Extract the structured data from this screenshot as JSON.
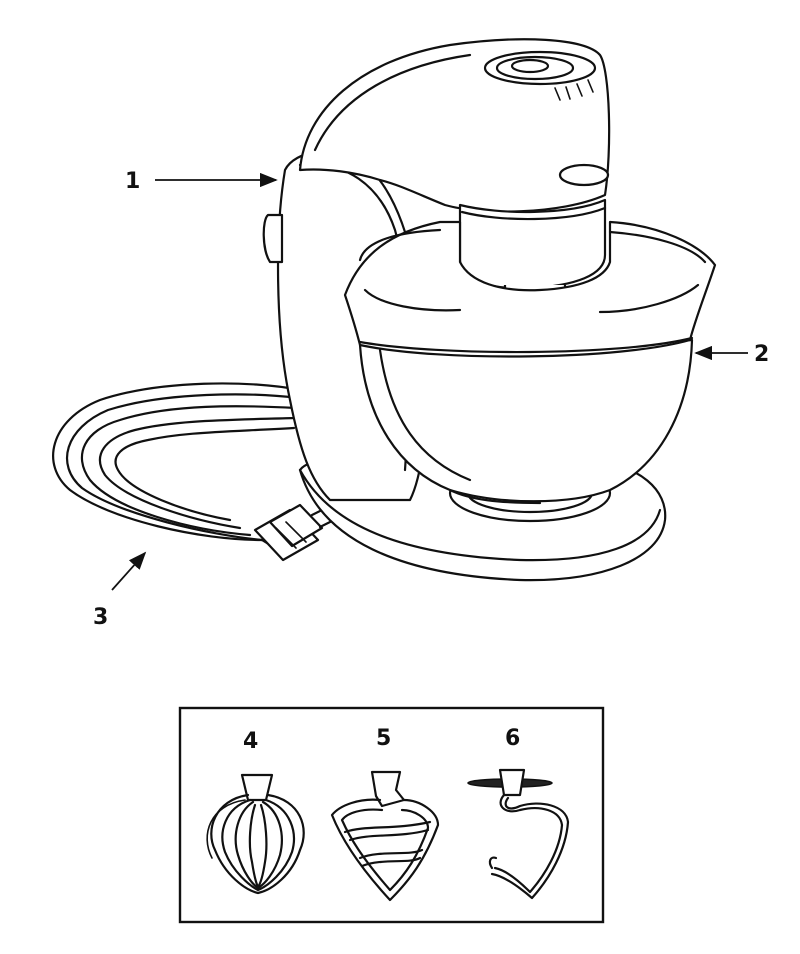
{
  "callouts": {
    "c1": "1",
    "c2": "2",
    "c3": "3",
    "c4": "4",
    "c5": "5",
    "c6": "6"
  },
  "parts": [
    {
      "callout": "1",
      "icon": "mixer-body-icon"
    },
    {
      "callout": "2",
      "icon": "mixing-bowl-icon"
    },
    {
      "callout": "3",
      "icon": "power-cord-icon"
    },
    {
      "callout": "4",
      "icon": "whisk-icon"
    },
    {
      "callout": "5",
      "icon": "k-beater-icon"
    },
    {
      "callout": "6",
      "icon": "dough-hook-icon"
    }
  ]
}
